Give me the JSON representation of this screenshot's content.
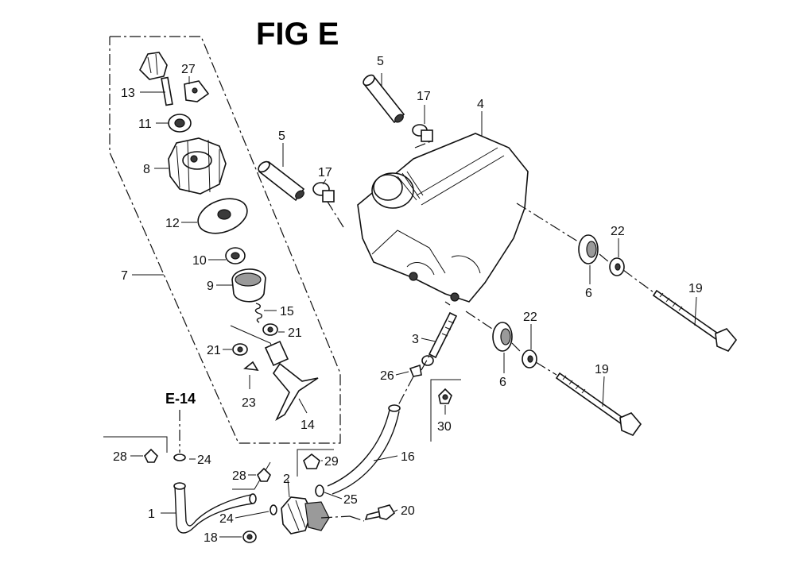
{
  "title": "FIG E",
  "reference": "E-14",
  "callouts": {
    "c1": "1",
    "c2": "2",
    "c3": "3",
    "c4": "4",
    "c5a": "5",
    "c5b": "5",
    "c6a": "6",
    "c6b": "6",
    "c7": "7",
    "c8": "8",
    "c9": "9",
    "c10": "10",
    "c11": "11",
    "c12": "12",
    "c13": "13",
    "c14": "14",
    "c15": "15",
    "c16": "16",
    "c17a": "17",
    "c17b": "17",
    "c18": "18",
    "c19a": "19",
    "c19b": "19",
    "c20": "20",
    "c21a": "21",
    "c21b": "21",
    "c22a": "22",
    "c22b": "22",
    "c23": "23",
    "c24a": "24",
    "c24b": "24",
    "c25": "25",
    "c26": "26",
    "c27": "27",
    "c28a": "28",
    "c28b": "28",
    "c29": "29",
    "c30": "30"
  }
}
